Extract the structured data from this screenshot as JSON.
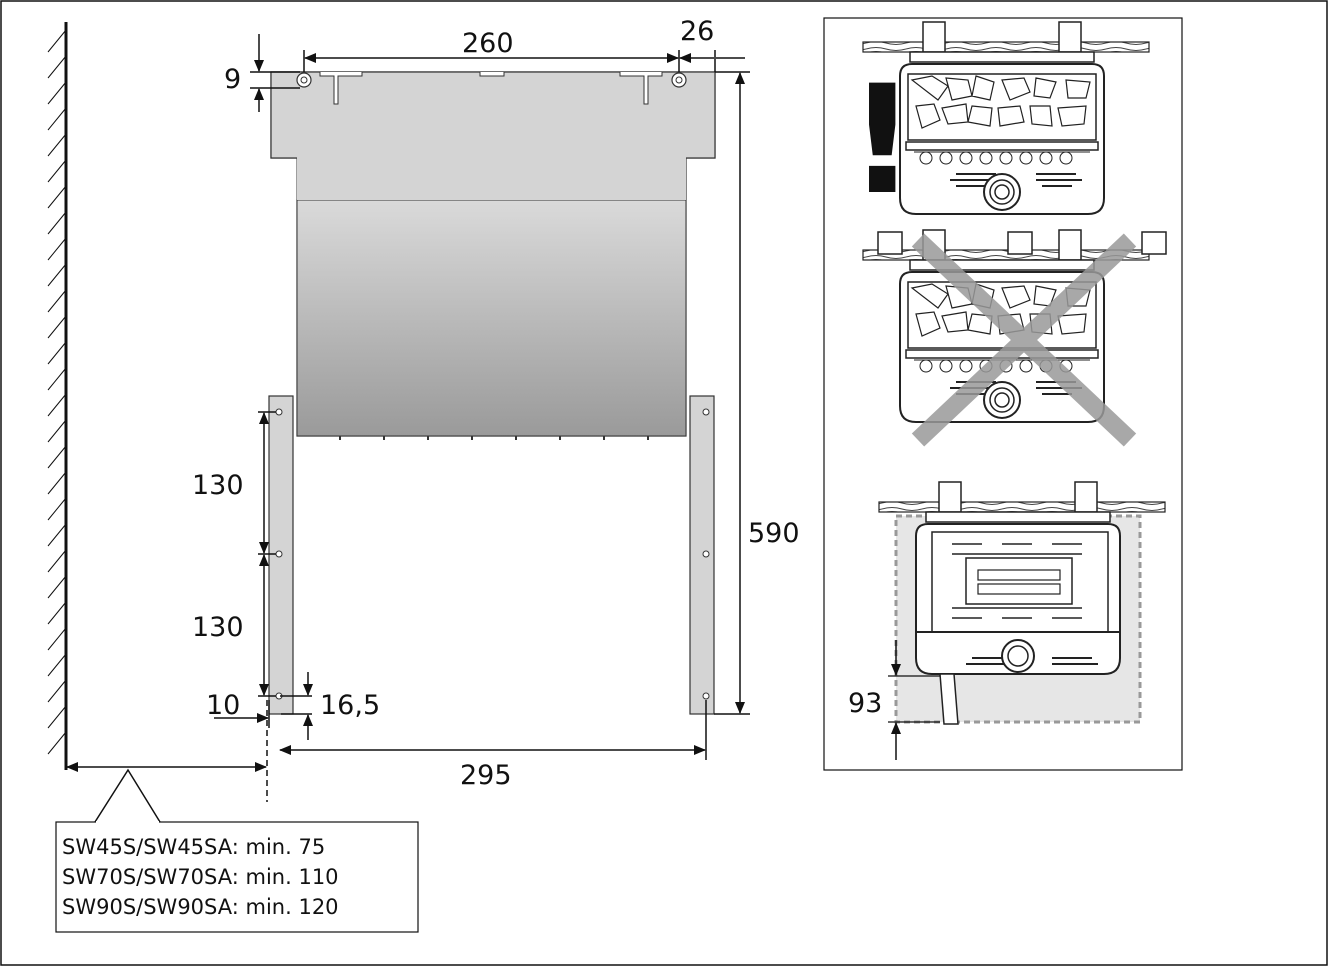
{
  "dimensions": {
    "top_hole_offset": "9",
    "hole_spacing_top": "260",
    "side_offset": "26",
    "overall_height": "590",
    "bracket_hole_spacing_upper": "130",
    "bracket_hole_spacing_lower": "130",
    "bracket_hole_inset": "10",
    "bottom_hole_offset": "16,5",
    "bracket_spacing": "295",
    "guard_offset": "93"
  },
  "clearance_table": [
    "SW45S/SW45SA: min. 75",
    "SW70S/SW70SA: min. 110",
    "SW90S/SW90SA: min. 120"
  ],
  "warning_symbol": "!",
  "colors": {
    "line": "#111111",
    "plate_light": "#d4d4d4",
    "plate_dark": "#9a9a9a",
    "guard_area": "#e6e6e6",
    "guard_border": "#999999"
  }
}
